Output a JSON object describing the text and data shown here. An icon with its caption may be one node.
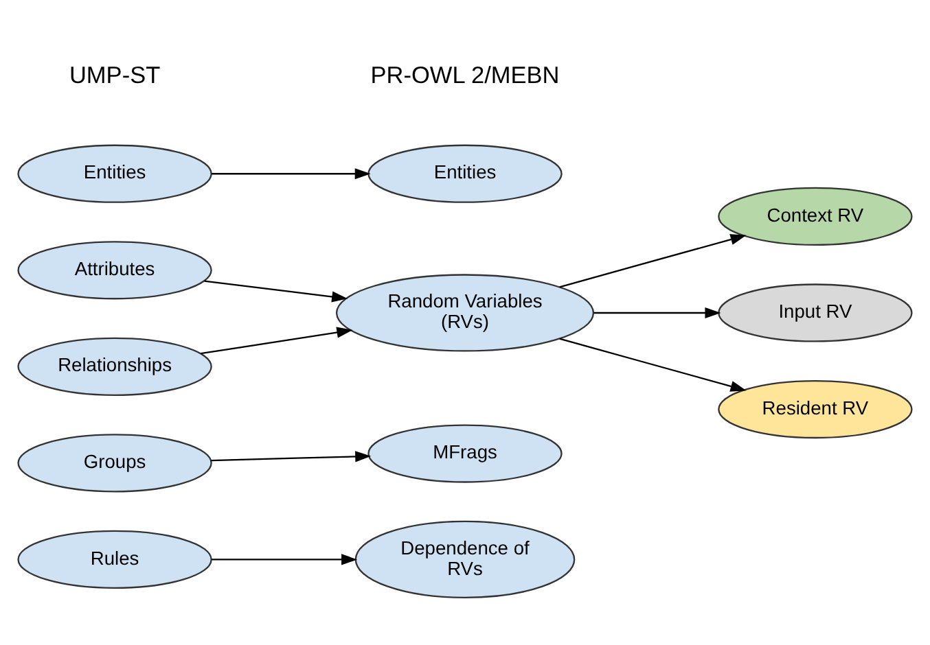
{
  "diagram": {
    "nodes": [
      {
        "text": [
          "Entities"
        ]
      },
      {
        "text": [
          "Attributes"
        ]
      },
      {
        "text": [
          "Relationships"
        ]
      },
      {
        "text": [
          "Groups"
        ]
      },
      {
        "text": [
          "Rules"
        ]
      },
      {
        "text": [
          "Entities"
        ]
      },
      {
        "text": [
          "Random Variables (RVs)"
        ]
      },
      {
        "text": [
          "MFrags"
        ]
      },
      {
        "text": [
          "Dependence of RVs"
        ]
      },
      {
        "text": [
          "Context RV"
        ]
      },
      {
        "text": [
          "Input RV"
        ]
      },
      {
        "text": [
          "Resident RV"
        ]
      }
    ],
    "edges": [
      {
        "from": 0,
        "to": 5,
        "arrow": "to"
      },
      {
        "from": 1,
        "to": 6,
        "arrow": "to"
      },
      {
        "from": 2,
        "to": 6,
        "arrow": "to"
      },
      {
        "from": 3,
        "to": 7,
        "arrow": "to"
      },
      {
        "from": 4,
        "to": 8,
        "arrow": "to"
      },
      {
        "from": 6,
        "to": 9,
        "arrow": "to"
      },
      {
        "from": 6,
        "to": 10,
        "arrow": "to"
      },
      {
        "from": 6,
        "to": 11,
        "arrow": "to"
      }
    ],
    "labels": [
      "UMP-ST",
      "PR-OWL 2/MEBN"
    ]
  }
}
